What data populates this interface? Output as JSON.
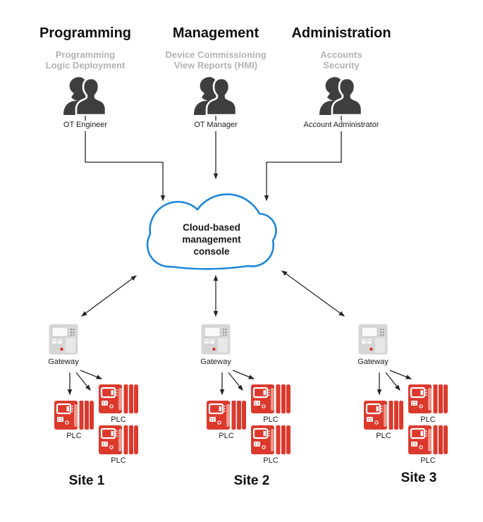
{
  "columns": [
    {
      "title": "Programming",
      "subtitle": "Programming\nLogic Deployment",
      "role": "OT Engineer"
    },
    {
      "title": "Management",
      "subtitle": "Device Commissioning\nView Reports (HMI)",
      "role": "OT Manager"
    },
    {
      "title": "Administration",
      "subtitle": "Accounts\nSecurity",
      "role": "Account Administrator"
    }
  ],
  "cloud": {
    "label": "Cloud-based\nmanagement\nconsole",
    "outline_color": "#1e87d8"
  },
  "sites": [
    {
      "name": "Site 1",
      "gateway": "Gateway",
      "plcs": [
        "PLC",
        "PLC",
        "PLC"
      ]
    },
    {
      "name": "Site 2",
      "gateway": "Gateway",
      "plcs": [
        "PLC",
        "PLC",
        "PLC"
      ]
    },
    {
      "name": "Site 3",
      "gateway": "Gateway",
      "plcs": [
        "PLC",
        "PLC",
        "PLC"
      ]
    }
  ],
  "icons": {
    "users": "two-person-silhouette",
    "gateway": "industrial-gateway-device",
    "plc": "plc-rack-controller"
  },
  "colors": {
    "cloud_blue": "#1e87d8",
    "plc_red": "#dc392d",
    "plc_stripe": "#f0968d",
    "gateway_gray": "#d6d6d6",
    "person_gray": "#3e3e3e",
    "subtitle_gray": "#b3b3b3",
    "arrow_dark": "#262626",
    "led_red": "#e03227"
  }
}
